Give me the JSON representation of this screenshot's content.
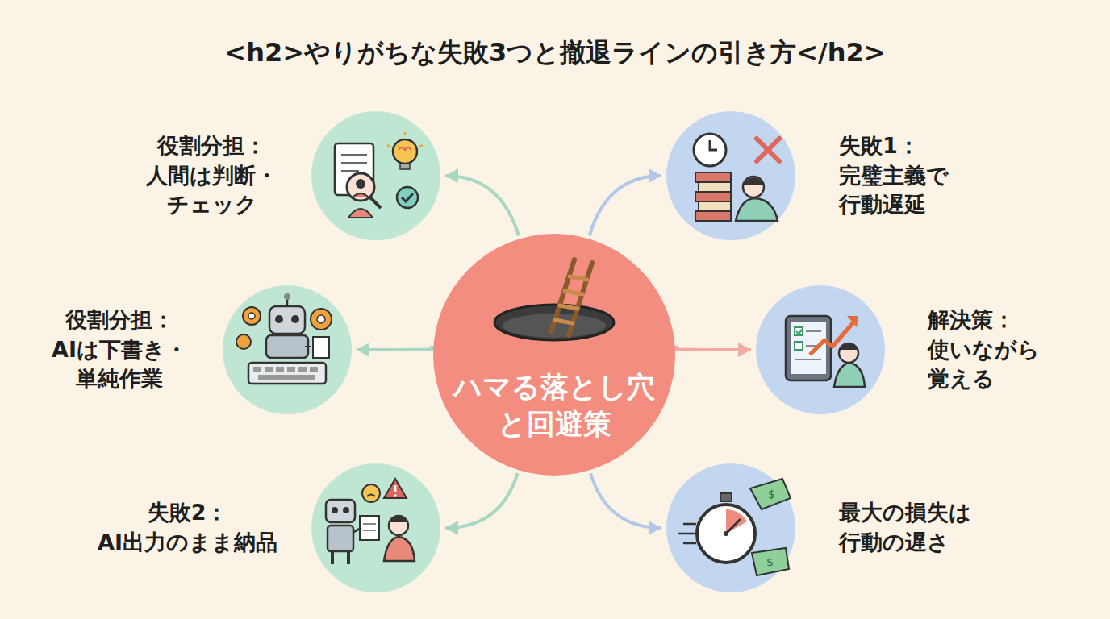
{
  "diagram": {
    "title": "<h2>やりがちな失敗3つと撤退ラインの引き方</h2>",
    "nodes": [
      {
        "text": [
          "ハマる落とし穴 と回避策"
        ]
      },
      {
        "text": [
          "役割分担： 人間は判断・ チェック"
        ]
      },
      {
        "text": [
          "失敗1： 完璧主義で 行動遅延"
        ]
      },
      {
        "text": [
          "役割分担： AIは下書き・ 単純作業"
        ]
      },
      {
        "text": [
          "解決策： 使いながら 覚える"
        ]
      },
      {
        "text": [
          "失敗2： AI出力のまま納品"
        ]
      },
      {
        "text": [
          "最大の損失は 行動の遅さ"
        ]
      }
    ],
    "edges": [
      {
        "from": 0,
        "to": 1,
        "arrow": "to"
      },
      {
        "from": 0,
        "to": 2,
        "arrow": "to"
      },
      {
        "from": 0,
        "to": 3,
        "arrow": "to"
      },
      {
        "from": 0,
        "to": 4,
        "arrow": "to"
      },
      {
        "from": 0,
        "to": 5,
        "arrow": "to"
      },
      {
        "from": 0,
        "to": 6,
        "arrow": "to"
      }
    ]
  }
}
